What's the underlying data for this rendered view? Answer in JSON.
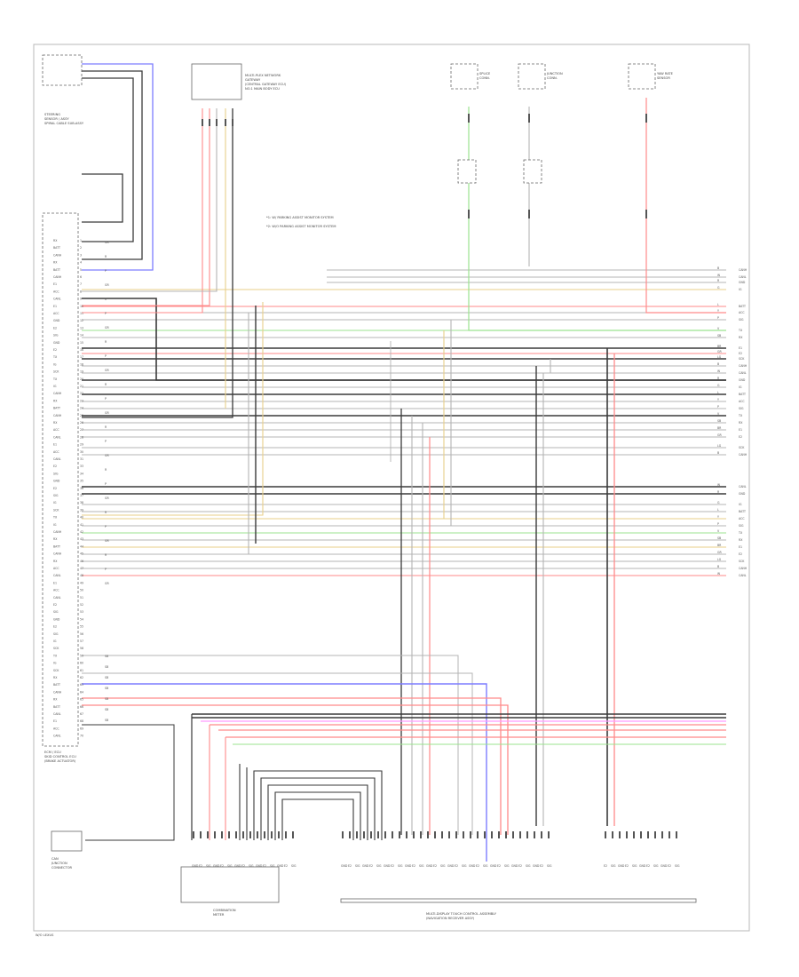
{
  "diagram": {
    "components": {
      "upper_left": [
        "STEERING",
        "SENSOR / ASSY",
        "SPIRAL CABLE SUB-ASSY"
      ],
      "top_center": [
        "MULTI-PLEX NETWORK",
        "GATEWAY",
        "(CENTRAL GATEWAY ECU)",
        "NO.1 MAIN BODY ECU"
      ],
      "top_right_a": [
        "SPLICE",
        "CONN."
      ],
      "top_right_b": [
        "JUNCTION",
        "CONN."
      ],
      "top_right_c": [
        "YAW RATE",
        "SENSOR"
      ],
      "left_main": [
        "ECM / ECU",
        "SKID CONTROL ECU",
        "(BRAKE ACTUATOR)"
      ],
      "bottom_left": [
        "CAN",
        "JUNCTION",
        "CONNECTOR"
      ],
      "bottom_center": [
        "COMBINATION",
        "METER"
      ],
      "bottom_right": [
        "MULTI-DISPLAY TOUCH CONTROL ASSEMBLY",
        "(NAVIGATION RECEIVER ASSY)"
      ]
    },
    "notes": [
      "*1: W/ PARKING ASSIST MONITOR SYSTEM",
      "*2: W/O PARKING ASSIST MONITOR SYSTEM"
    ],
    "wire_codes": [
      "B",
      "W",
      "R",
      "G",
      "L",
      "Y",
      "P",
      "V",
      "SB",
      "BR",
      "GR",
      "LG"
    ],
    "pin_codes": [
      "CANH",
      "CANL",
      "GND",
      "IG",
      "BATT",
      "ACC",
      "SIG",
      "TX",
      "RX",
      "E1",
      "E2",
      "SCK"
    ],
    "footer": "W/O LEXUS"
  }
}
